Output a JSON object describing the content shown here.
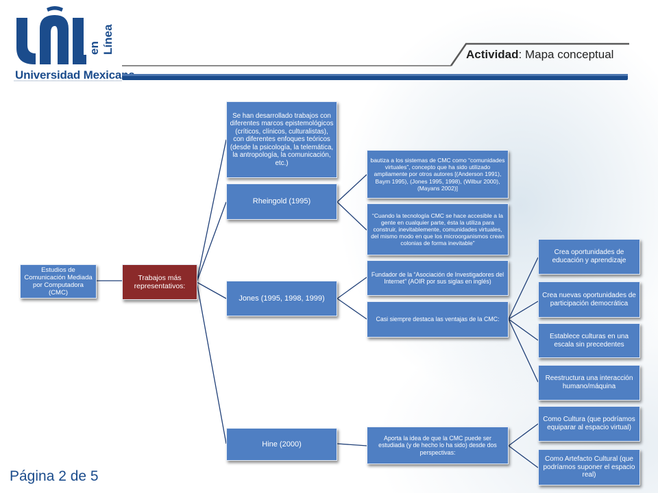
{
  "header": {
    "logo_letters": "UNL",
    "logo_subtitle": "en Línea",
    "logo_name": "Universidad Mexicana",
    "activity_label": "Actividad",
    "activity_title": ": Mapa conceptual"
  },
  "diagram": {
    "root": "Estudios de Comunicación Mediada por Computadora (CMC)",
    "main": "Trabajos más representativos:",
    "branch_intro": "Se han desarrollado trabajos con diferentes marcos epistemológicos (críticos, clínicos, culturalistas), con diferentes enfoques teóricos (desde la psicología, la telemática, la antropología, la comunicación, etc.)",
    "rheingold": "Rheingold (1995)",
    "rheingold_a": "bautiza a los sistemas de CMC como “comunidades virtuales”, concepto que ha sido utilizado ampliamente por otros autores [(Anderson 1991), Baym 1995), (Jones 1995, 1998), (Wilbur 2000), (Mayans 2002)]",
    "rheingold_b": "“Cuando la tecnología CMC se hace accesible a la gente en cualquier parte, ésta la utiliza para construir, inevitablemente, comunidades virtuales, del mismo modo en que los microorganismos crean colonias de forma inevitable”",
    "jones": "Jones (1995, 1998, 1999)",
    "jones_a": "Fundador de la “Asociación de Investigadores del Internet” (AOIR por sus siglas en inglés)",
    "jones_b": "Casi siempre destaca las ventajas de la CMC:",
    "adv_1": "Crea oportunidades de educación y aprendizaje",
    "adv_2": "Crea nuevas oportunidades de participación democrática",
    "adv_3": "Establece culturas en una escala sin precedentes",
    "adv_4": "Reestructura una interacción humano/máquina",
    "hine": "Hine (2000)",
    "hine_a": "Aporta la idea de que la CMC puede ser estudiada (y de hecho lo ha sido) desde dos perspectivas:",
    "hine_1": "Como Cultura (que podríamos equiparar al espacio virtual)",
    "hine_2": "Como Artefacto Cultural (que podríamos suponer el espacio real)"
  },
  "footer": {
    "page": "Página 2 de 5"
  },
  "colors": {
    "node": "#4f7fc3",
    "main_node": "#8b2a2a",
    "brand": "#1b4c8c"
  }
}
